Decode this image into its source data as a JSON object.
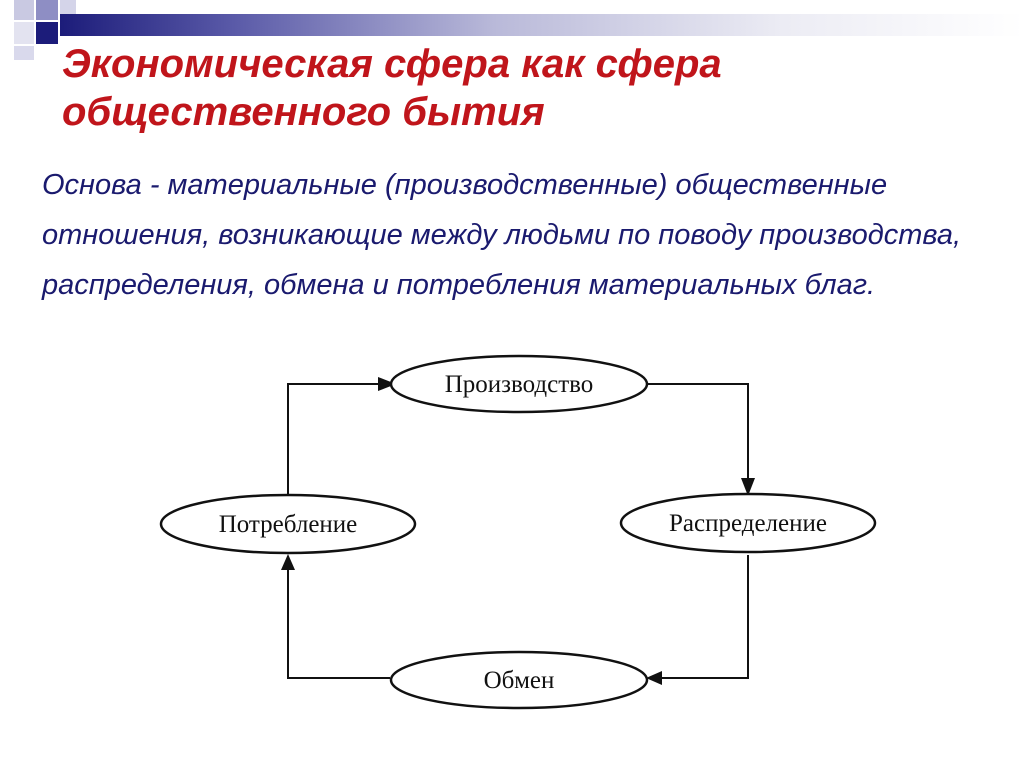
{
  "slide": {
    "title": "Экономическая сфера как  сфера общественного бытия",
    "body": "Основа - материальные (производственные) общественные отношения, возникающие между людьми по поводу производства, распределения, обмена и потребления материальных благ."
  },
  "diagram": {
    "nodes": [
      {
        "id": "production",
        "label": "Производство"
      },
      {
        "id": "distribution",
        "label": "Распределение"
      },
      {
        "id": "exchange",
        "label": "Обмен"
      },
      {
        "id": "consumption",
        "label": "Потребление"
      }
    ],
    "edges": [
      {
        "from": "production",
        "to": "distribution"
      },
      {
        "from": "distribution",
        "to": "exchange"
      },
      {
        "from": "exchange",
        "to": "consumption"
      },
      {
        "from": "consumption",
        "to": "production"
      }
    ]
  },
  "colors": {
    "title": "#c0151b",
    "body": "#1a1a6e",
    "header_dark": "#1c1c7a",
    "diagram_ink": "#111111"
  }
}
